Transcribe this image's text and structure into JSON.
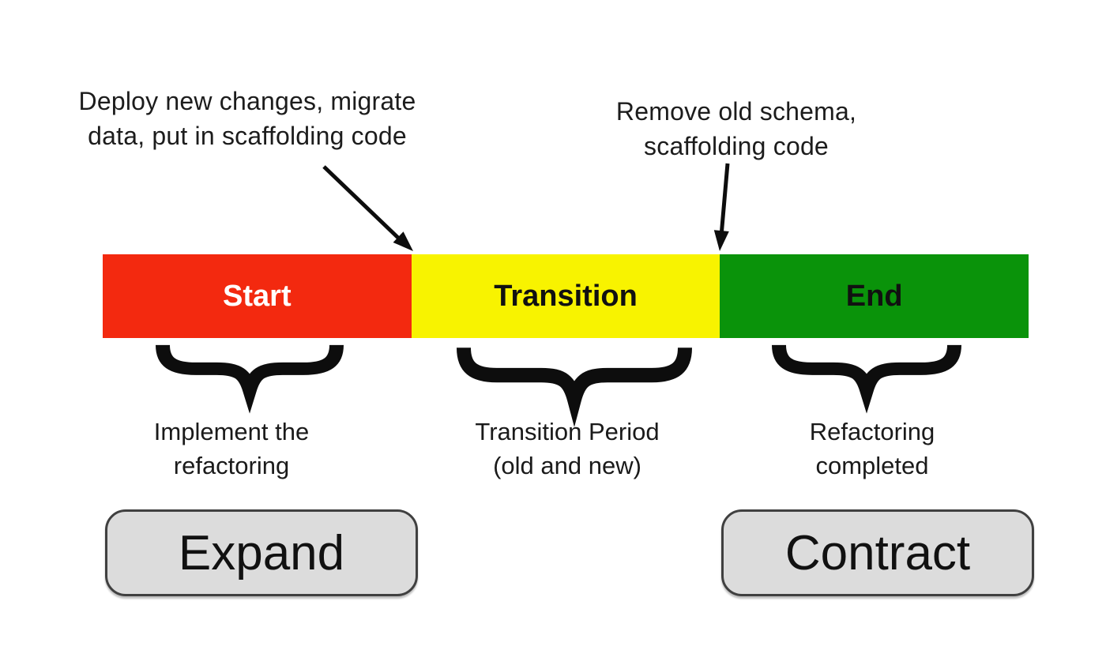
{
  "annotations": [
    {
      "lines": [
        "Deploy new changes, migrate",
        "data, put in scaffolding code"
      ]
    },
    {
      "lines": [
        "Remove old schema,",
        "scaffolding code"
      ]
    }
  ],
  "timeline": {
    "segments": [
      {
        "label": "Start",
        "color": "#f3290f",
        "text_color": "#ffffff"
      },
      {
        "label": "Transition",
        "color": "#f8f300",
        "text_color": "#111111"
      },
      {
        "label": "End",
        "color": "#0a930a",
        "text_color": "#111111"
      }
    ]
  },
  "phase_labels": [
    {
      "lines": [
        "Implement the",
        "refactoring"
      ]
    },
    {
      "lines": [
        "Transition Period",
        "(old and new)"
      ]
    },
    {
      "lines": [
        "Refactoring",
        "completed"
      ]
    }
  ],
  "phase_boxes": [
    {
      "label": "Expand"
    },
    {
      "label": "Contract"
    }
  ],
  "colors": {
    "background": "#ffffff",
    "box_fill": "#dcdcdc",
    "box_border": "#404040",
    "arrow": "#0d0d0d",
    "brace": "#0d0d0d",
    "annotation_text": "#1c1c1c"
  }
}
